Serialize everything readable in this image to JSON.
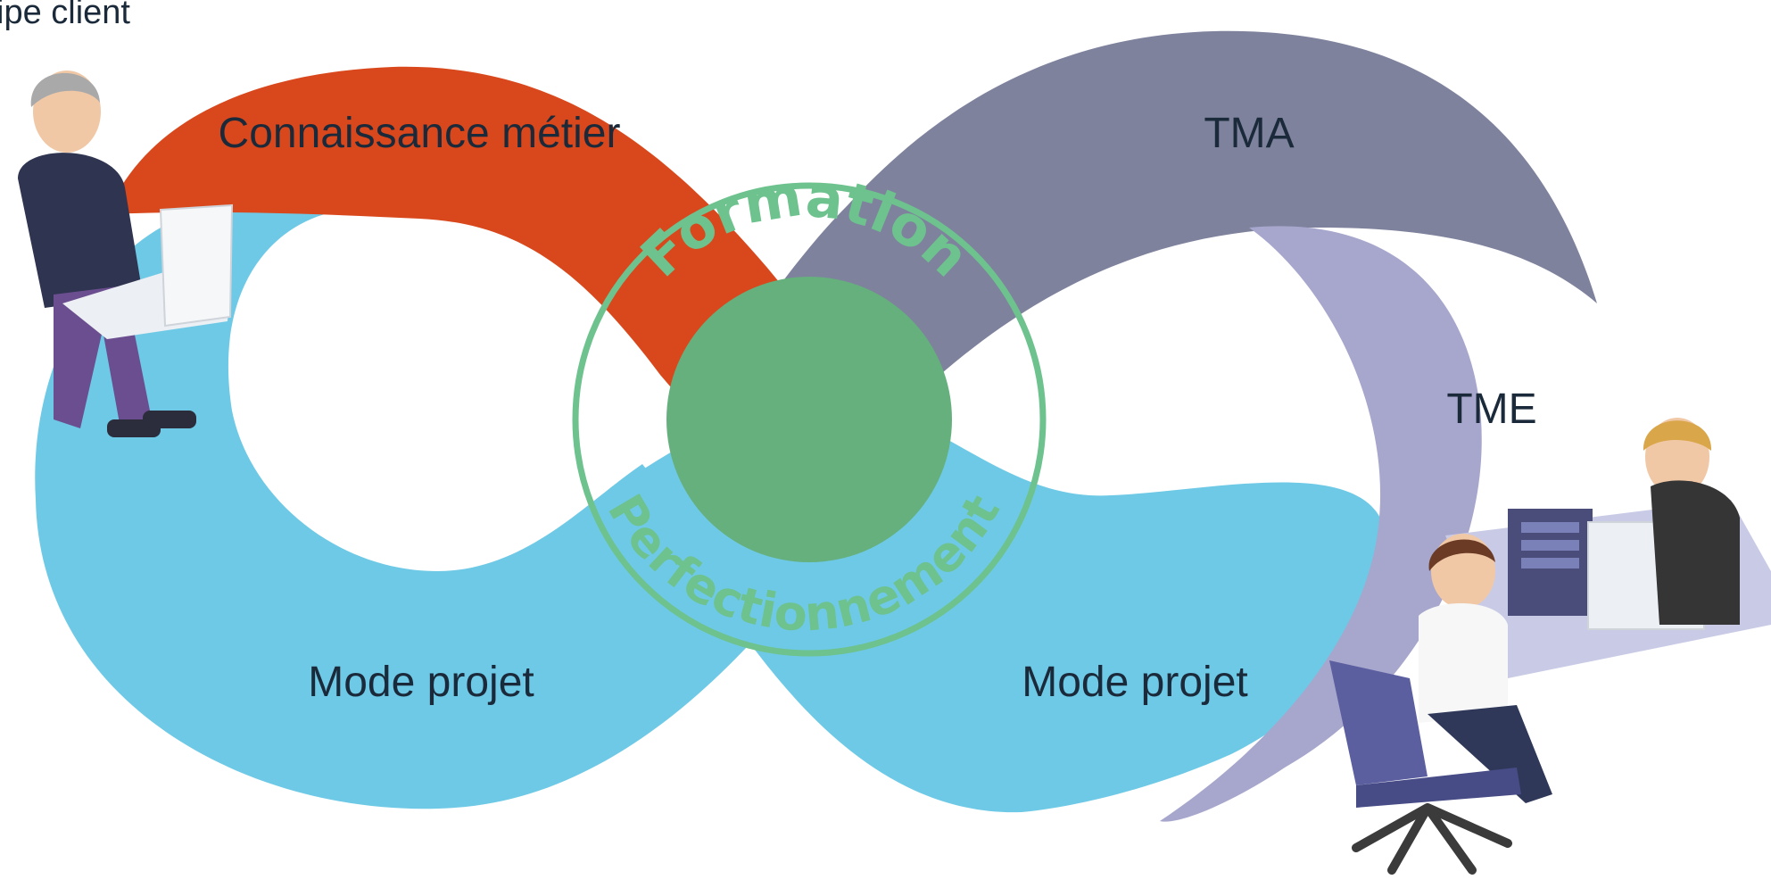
{
  "header_caption": "ipe client",
  "bands": {
    "top_left": "Connaissance métier",
    "top_right": "TMA",
    "right": "TME",
    "bottom_left": "Mode projet",
    "bottom_right": "Mode projet"
  },
  "center": {
    "top_arc": "Formation",
    "bottom_arc": "Perfectionnement"
  },
  "colors": {
    "orange": "#d9481c",
    "slate": "#7e829d",
    "lavender": "#a7a6cd",
    "sky": "#6ec9e6",
    "green": "#65b07c",
    "ring": "#6dc28e"
  }
}
